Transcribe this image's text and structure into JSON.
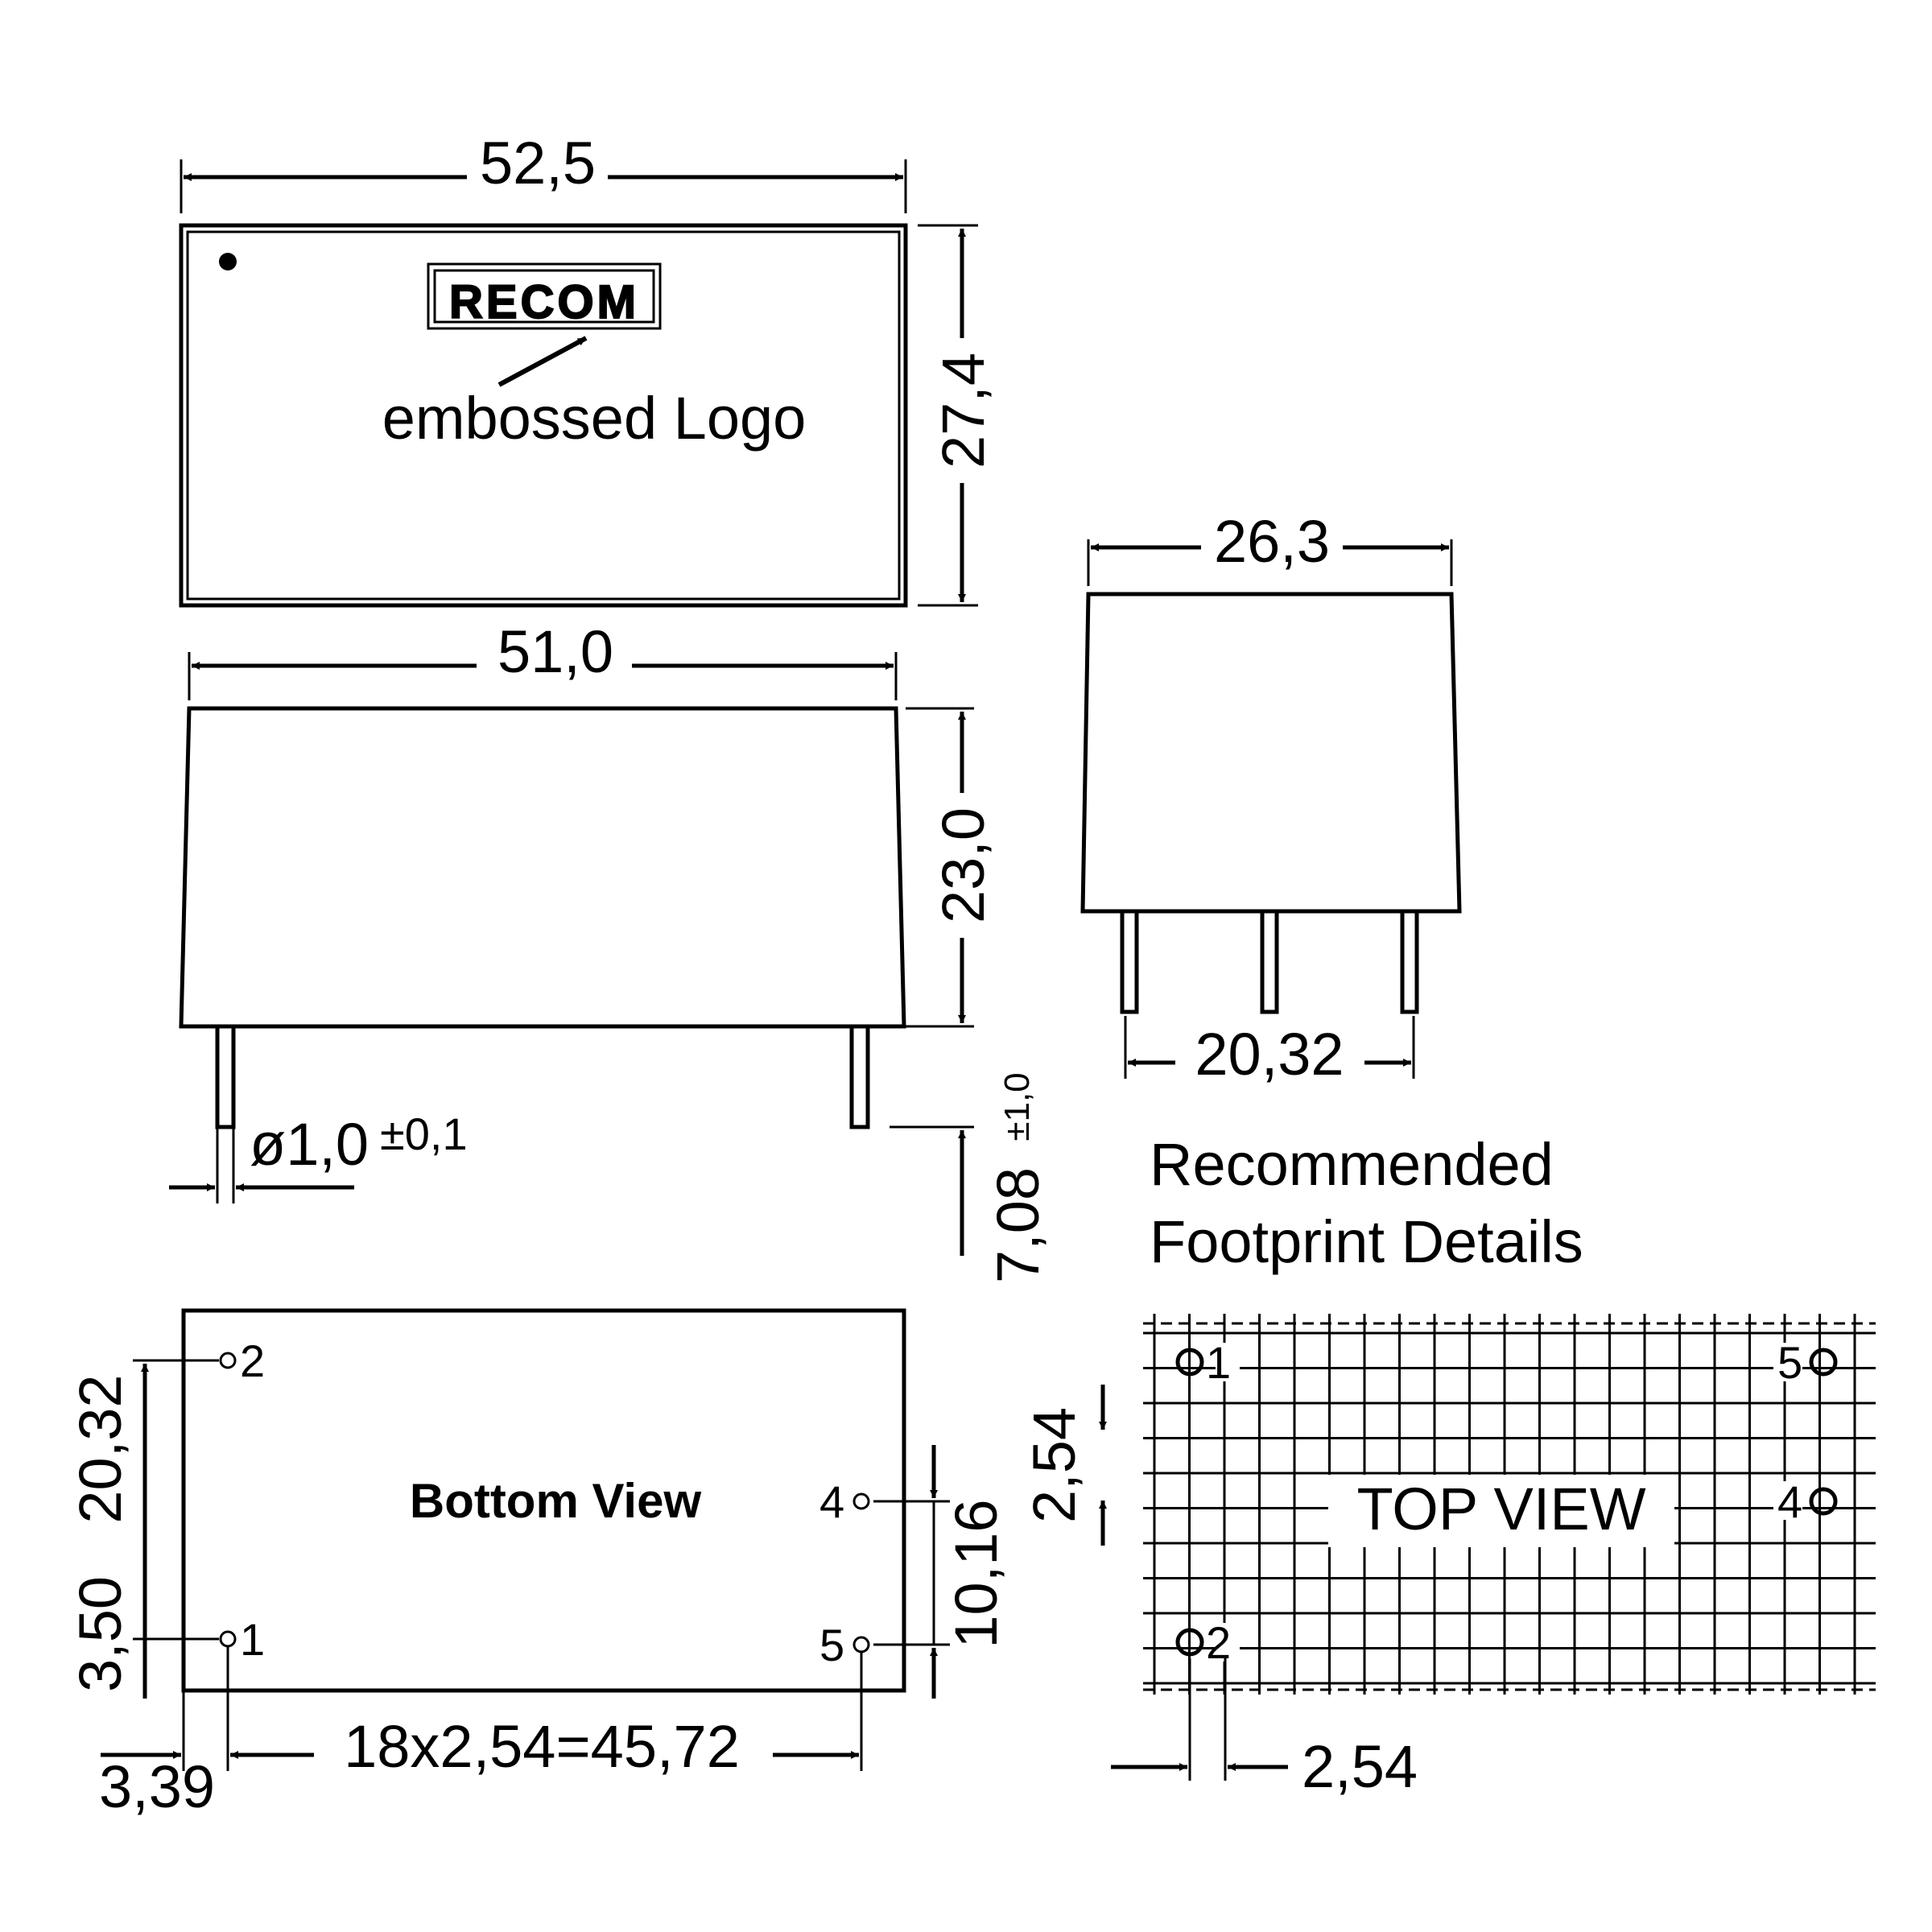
{
  "top_view": {
    "width": "52,5",
    "height": "27,4",
    "logo_text": "RECOM",
    "logo_label": "embossed Logo"
  },
  "side_view": {
    "width": "51,0",
    "height": "23,0",
    "pin_diameter": "ø1,0",
    "pin_diameter_tol": "±0,1",
    "pin_length": "7,08",
    "pin_length_tol": "±1,0"
  },
  "end_view": {
    "width": "26,3",
    "pin_span": "20,32"
  },
  "bottom_view": {
    "title": "Bottom View",
    "pins": [
      "2",
      "1",
      "4",
      "5"
    ],
    "dim_left_upper": "20,32",
    "dim_left_lower": "3,50",
    "dim_right": "10,16",
    "dim_pitch": "18x2,54=45,72",
    "dim_offset": "3,39"
  },
  "footprint": {
    "heading_line1": "Recommended",
    "heading_line2": "Footprint Details",
    "title": "TOP VIEW",
    "pins": [
      "1",
      "5",
      "4",
      "2"
    ],
    "grid_pitch_v": "2,54",
    "grid_pitch_h": "2,54"
  }
}
